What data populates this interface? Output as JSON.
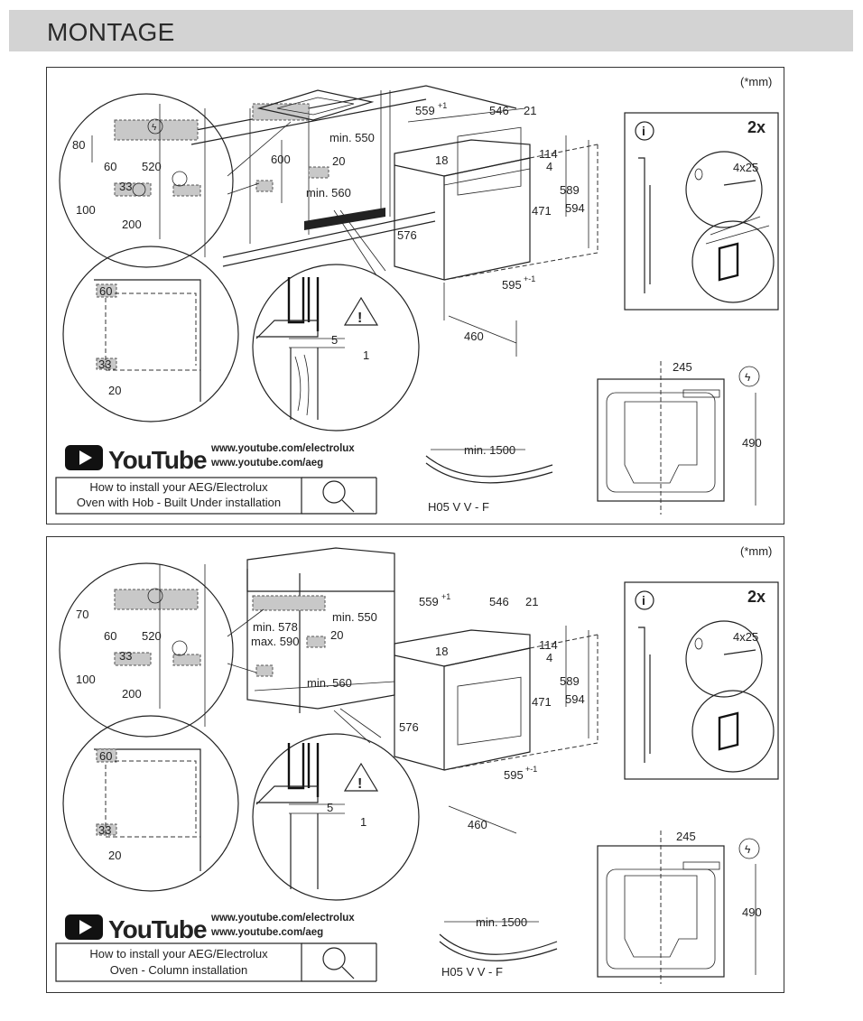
{
  "header": {
    "title": "MONTAGE"
  },
  "panels": [
    {
      "unit": "(*mm)",
      "count": "2x",
      "screw": "4x25",
      "dims": {
        "hob_80": "80",
        "d60": "60",
        "d520": "520",
        "d33": "33",
        "d100": "100",
        "d200": "200",
        "d600": "600",
        "min550": "min. 550",
        "d20": "20",
        "min560": "min. 560",
        "w559": "559",
        "w559_sup": "+1",
        "d546": "546",
        "d21": "21",
        "d18": "18",
        "d114": "114",
        "d4": "4",
        "d589": "589",
        "d594": "594",
        "d471": "471",
        "d576": "576",
        "w595": "595",
        "w595_sup": "+-1",
        "d460": "460",
        "d5": "5",
        "d1": "1",
        "inset60": "60",
        "inset33": "33",
        "inset20": "20",
        "d245": "245",
        "d490": "490",
        "cable_min": "min. 1500",
        "cable_type": "H05 V V - F"
      },
      "youtube": {
        "logo": "YouTube",
        "url1": "www.youtube.com/electrolux",
        "url2": "www.youtube.com/aeg"
      },
      "caption": {
        "line1": "How to install your AEG/Electrolux",
        "line2": "Oven with Hob - Built Under installation"
      }
    },
    {
      "unit": "(*mm)",
      "count": "2x",
      "screw": "4x25",
      "dims": {
        "hob_80": "70",
        "d60": "60",
        "d520": "520",
        "d33": "33",
        "d100": "100",
        "d200": "200",
        "d600_a": "min. 578",
        "d600_b": "max. 590",
        "min550": "min. 550",
        "d20": "20",
        "min560": "min. 560",
        "w559": "559",
        "w559_sup": "+1",
        "d546": "546",
        "d21": "21",
        "d18": "18",
        "d114": "114",
        "d4": "4",
        "d589": "589",
        "d594": "594",
        "d471": "471",
        "d576": "576",
        "w595": "595",
        "w595_sup": "+-1",
        "d460": "460",
        "d5": "5",
        "d1": "1",
        "inset60": "60",
        "inset33": "33",
        "inset20": "20",
        "d245": "245",
        "d490": "490",
        "cable_min": "min. 1500",
        "cable_type": "H05 V V - F"
      },
      "youtube": {
        "logo": "YouTube",
        "url1": "www.youtube.com/electrolux",
        "url2": "www.youtube.com/aeg"
      },
      "caption": {
        "line1": "How to install your AEG/Electrolux",
        "line2": "Oven - Column installation"
      }
    }
  ]
}
